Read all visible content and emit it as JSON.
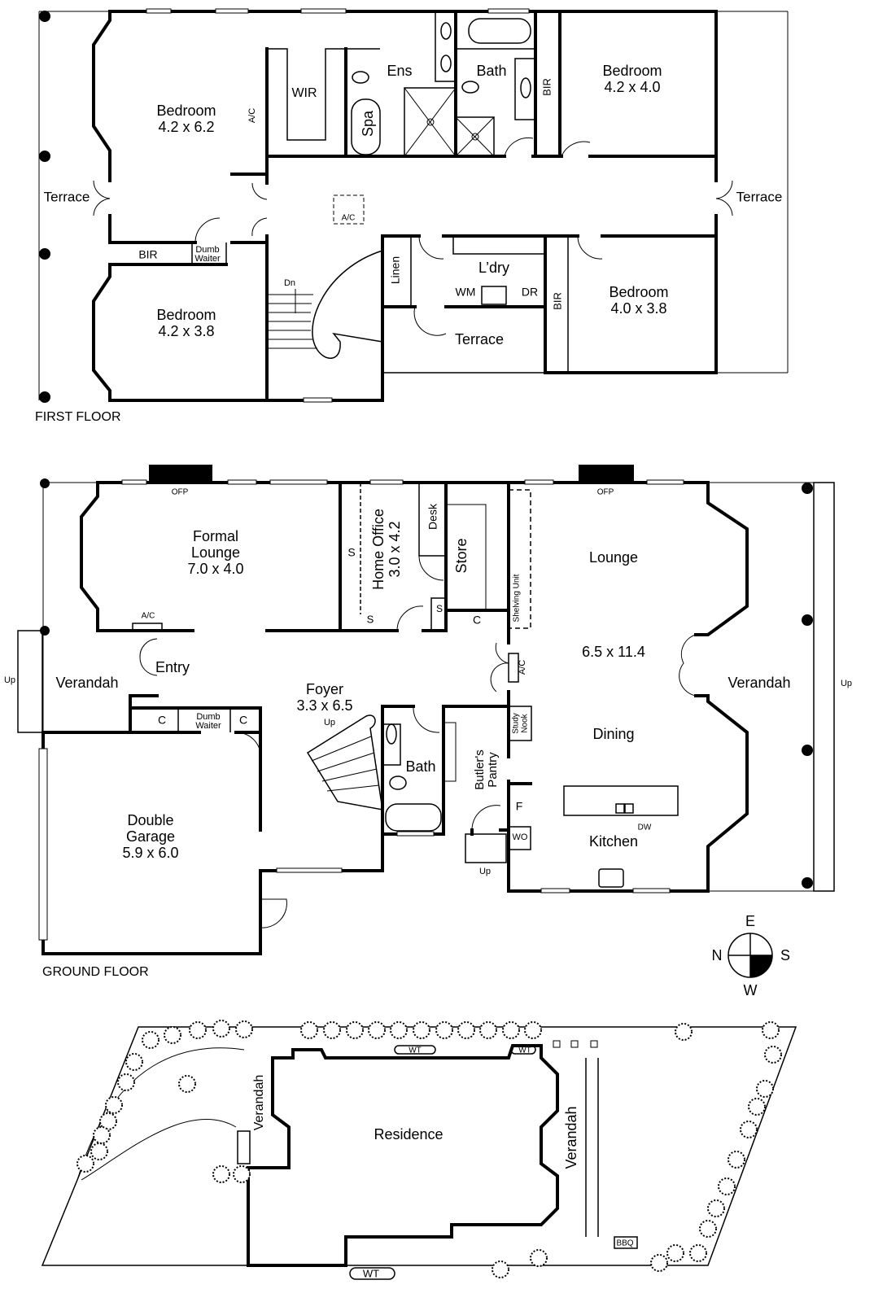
{
  "first_floor": {
    "title": "FIRST FLOOR",
    "bedroom1": {
      "name": "Bedroom",
      "size": "4.2 x 6.2"
    },
    "wir": "WIR",
    "ac_wall": "A/C",
    "ens": "Ens",
    "spa": "Spa",
    "bath": "Bath",
    "bir_top": "BIR",
    "bedroom2": {
      "name": "Bedroom",
      "size": "4.2 x 4.0"
    },
    "terrace_left": "Terrace",
    "terrace_right": "Terrace",
    "ac_ceiling": "A/C",
    "bir_left": "BIR",
    "dumb_waiter": {
      "line1": "Dumb",
      "line2": "Waiter"
    },
    "stairs_dn": "Dn",
    "bedroom3": {
      "name": "Bedroom",
      "size": "4.2 x 3.8"
    },
    "linen": "Linen",
    "laundry": "L’dry",
    "wm": "WM",
    "dr": "DR",
    "bir_right": "BIR",
    "bedroom4": {
      "name": "Bedroom",
      "size": "4.0 x 3.8"
    },
    "terrace_mid": "Terrace"
  },
  "ground_floor": {
    "title": "GROUND FLOOR",
    "ofp_left": "OFP",
    "ofp_right": "OFP",
    "formal_lounge": {
      "line1": "Formal",
      "line2": "Lounge",
      "size": "7.0 x 4.0"
    },
    "s1": "S",
    "home_office": {
      "name": "Home Office",
      "size": "3.0 x 4.2"
    },
    "desk": "Desk",
    "store": "Store",
    "s2": "S",
    "s3": "S",
    "c1": "C",
    "shelving": "Shelving Unit",
    "lounge": "Lounge",
    "ac_left": "A/C",
    "entry": "Entry",
    "up_left": "Up",
    "verandah_left": "Verandah",
    "lounge_dining_size": "6.5 x 11.4",
    "ac_right": "A/C",
    "verandah_right": "Verandah",
    "up_right": "Up",
    "foyer": {
      "name": "Foyer",
      "size": "3.3 x 6.5"
    },
    "stairs_up": "Up",
    "c2": "C",
    "dumb_waiter": {
      "line1": "Dumb",
      "line2": "Waiter"
    },
    "c3": "C",
    "study_nook": {
      "line1": "Study",
      "line2": "Nook"
    },
    "dining": "Dining",
    "bath": "Bath",
    "butlers_pantry": {
      "line1": "Butler's",
      "line2": "Pantry"
    },
    "f": "F",
    "dw": "DW",
    "wo": "WO",
    "kitchen": "Kitchen",
    "garage": {
      "line1": "Double",
      "line2": "Garage",
      "size": "5.9 x 6.0"
    },
    "up_rear": "Up"
  },
  "compass": {
    "e": "E",
    "n": "N",
    "s": "S",
    "w": "W"
  },
  "site_plan": {
    "wt_top1": "WT",
    "wt_top2": "WT",
    "verandah_west": "Verandah",
    "residence": "Residence",
    "verandah_east": "Verandah",
    "bbq": "BBQ",
    "wt_bottom": "WT"
  }
}
